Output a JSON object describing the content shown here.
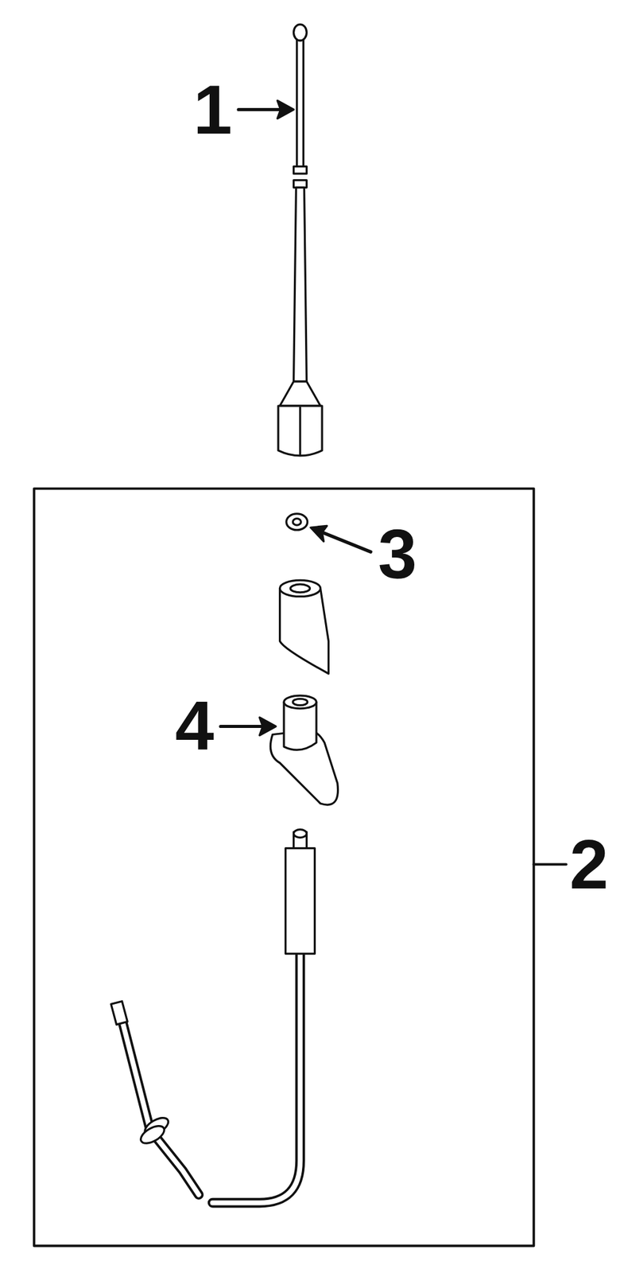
{
  "diagram": {
    "labels": [
      "1",
      "3",
      "4",
      "2"
    ]
  }
}
